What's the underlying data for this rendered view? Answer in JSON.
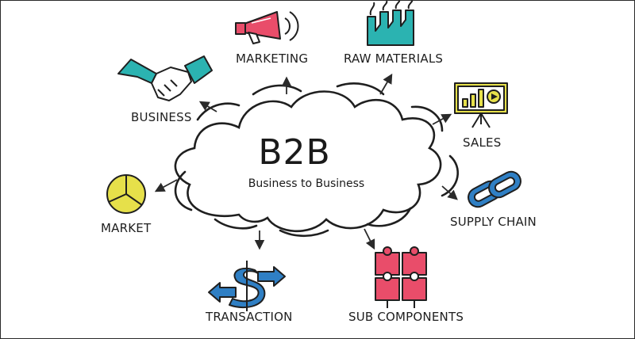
{
  "center": {
    "title": "B2B",
    "subtitle": "Business to Business"
  },
  "nodes": {
    "marketing": {
      "label": "MARKETING",
      "icon": "megaphone-icon",
      "color": "#e94d6a"
    },
    "raw_materials": {
      "label": "RAW MATERIALS",
      "icon": "factory-icon",
      "color": "#2bb3b1"
    },
    "sales": {
      "label": "SALES",
      "icon": "presentation-board-icon",
      "color": "#e6e04a"
    },
    "supply_chain": {
      "label": "SUPPLY CHAIN",
      "icon": "chain-link-icon",
      "color": "#2f7fc4"
    },
    "sub_components": {
      "label": "SUB COMPONENTS",
      "icon": "puzzle-pieces-icon",
      "color": "#e94d6a"
    },
    "transaction": {
      "label": "TRANSACTION",
      "icon": "dollar-exchange-icon",
      "color": "#2f7fc4"
    },
    "market": {
      "label": "MARKET",
      "icon": "pie-chart-icon",
      "color": "#e6e04a"
    },
    "business": {
      "label": "BUSINESS",
      "icon": "handshake-icon",
      "color": "#2bb3b1"
    }
  }
}
